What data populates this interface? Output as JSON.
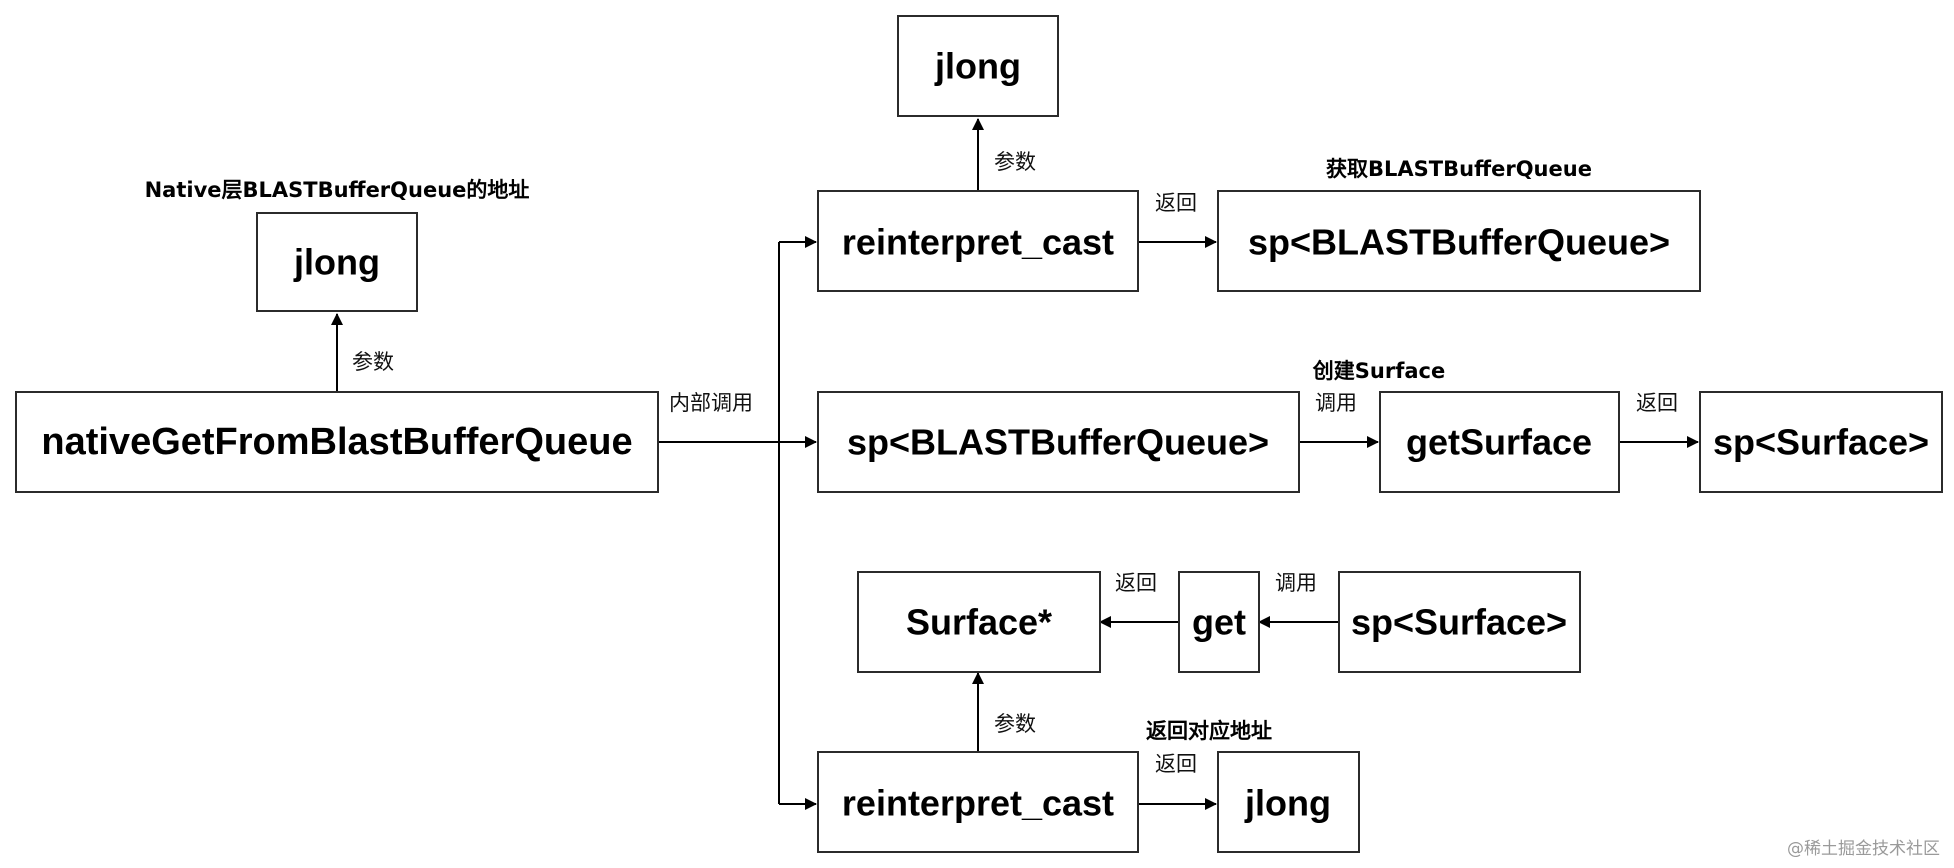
{
  "nodes": {
    "root": "nativeGetFromBlastBufferQueue",
    "jlong_param": "jlong",
    "cast_top": "reinterpret_cast",
    "jlong_top": "jlong",
    "sp_bbq_return": "sp<BLASTBufferQueue>",
    "sp_bbq_mid": "sp<BLASTBufferQueue>",
    "get_surface": "getSurface",
    "sp_surface_right": "sp<Surface>",
    "surface_ptr": "Surface*",
    "get": "get",
    "sp_surface_low": "sp<Surface>",
    "cast_bottom": "reinterpret_cast",
    "jlong_bottom": "jlong"
  },
  "edge_labels": {
    "param_left": "参数",
    "internal_call": "内部调用",
    "param_top": "参数",
    "return_top": "返回",
    "call_mid": "调用",
    "return_mid": "返回",
    "return_low": "返回",
    "call_low": "调用",
    "param_bottom": "参数",
    "return_bottom": "返回"
  },
  "captions": {
    "native_address": "Native层BLASTBufferQueue的地址",
    "get_bbq": "获取BLASTBufferQueue",
    "create_surface": "创建Surface",
    "return_address": "返回对应地址"
  },
  "watermark": "@稀土掘金技术社区"
}
